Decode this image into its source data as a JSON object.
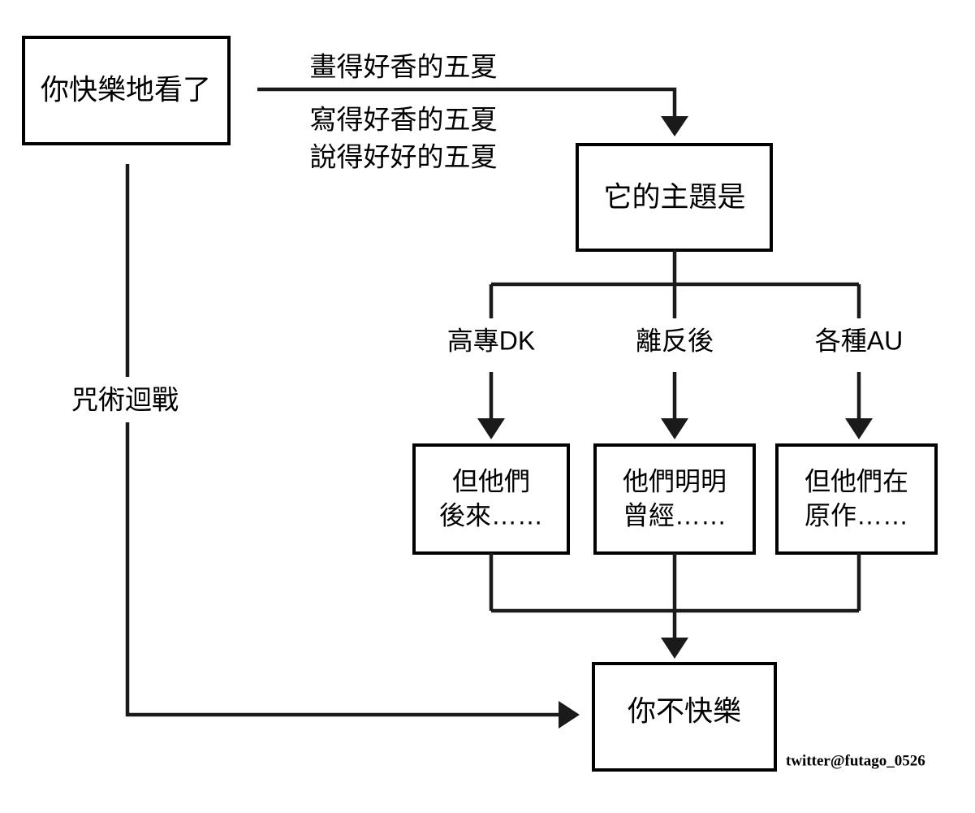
{
  "diagram": {
    "title": "你快樂地看了 flowchart",
    "background_color": "#ffffff",
    "line_color": "#1a1a1a",
    "text_color": "#000000"
  },
  "nodes": {
    "start": {
      "label": "你快樂地看了"
    },
    "theme": {
      "label": "它的主題是"
    },
    "outcome_1": {
      "line1": "但他們",
      "line2": "後來……"
    },
    "outcome_2": {
      "line1": "他們明明",
      "line2": "曾經……"
    },
    "outcome_3": {
      "line1": "但他們在",
      "line2": "原作……"
    },
    "end": {
      "label": "你不快樂"
    }
  },
  "edge_labels": {
    "top_above": "畫得好香的五夏",
    "top_below_1": "寫得好香的五夏",
    "top_below_2": "說得好好的五夏",
    "left_branch": "咒術迴戰"
  },
  "branches": [
    {
      "label": "高專DK"
    },
    {
      "label": "離反後"
    },
    {
      "label": "各種AU"
    }
  ],
  "credit": {
    "text": "twitter@futago_0526"
  }
}
